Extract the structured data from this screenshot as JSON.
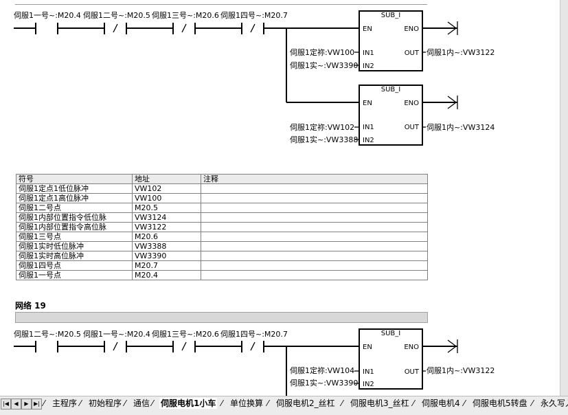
{
  "network1": {
    "contacts": [
      "伺服1一号~:M20.4",
      "伺服1二号~:M20.5",
      "伺服1三号~:M20.6",
      "伺服1四号~:M20.7"
    ],
    "contact_types": [
      "NO",
      "NC",
      "NC",
      "NC"
    ],
    "block1": {
      "title": "SUB_I",
      "en": "EN",
      "eno": "ENO",
      "in1": "IN1",
      "in2": "IN2",
      "out": "OUT",
      "in1_label": "伺服1定祢:VW100",
      "in2_label": "伺服1实~:VW3390",
      "out_label": "伺服1内~:VW3122"
    },
    "block2": {
      "title": "SUB_I",
      "en": "EN",
      "eno": "ENO",
      "in1": "IN1",
      "in2": "IN2",
      "out": "OUT",
      "in1_label": "伺服1定祢:VW102",
      "in2_label": "伺服1实~:VW3388",
      "out_label": "伺服1内~:VW3124"
    }
  },
  "symbol_table": {
    "headers": [
      "符号",
      "地址",
      "注释"
    ],
    "rows": [
      [
        "伺服1定点1低位脉冲",
        "VW102",
        ""
      ],
      [
        "伺服1定点1高位脉冲",
        "VW100",
        ""
      ],
      [
        "伺服1二号点",
        "M20.5",
        ""
      ],
      [
        "伺服1内部位置指令低位脉",
        "VW3124",
        ""
      ],
      [
        "伺服1内部位置指令高位脉",
        "VW3122",
        ""
      ],
      [
        "伺服1三号点",
        "M20.6",
        ""
      ],
      [
        "伺服1实时低位脉冲",
        "VW3388",
        ""
      ],
      [
        "伺服1实时高位脉冲",
        "VW3390",
        ""
      ],
      [
        "伺服1四号点",
        "M20.7",
        ""
      ],
      [
        "伺服1一号点",
        "M20.4",
        ""
      ]
    ]
  },
  "network19": {
    "title": "网络 19",
    "contacts": [
      "伺服1二号~:M20.5",
      "伺服1一号~:M20.4",
      "伺服1三号~:M20.6",
      "伺服1四号~:M20.7"
    ],
    "contact_types": [
      "NO",
      "NC",
      "NC",
      "NC"
    ],
    "block1": {
      "title": "SUB_I",
      "en": "EN",
      "eno": "ENO",
      "in1": "IN1",
      "in2": "IN2",
      "out": "OUT",
      "in1_label": "伺服1定祢:VW104",
      "in2_label": "伺服1实~:VW3390",
      "out_label": "伺服1内~:VW3122"
    }
  },
  "tabs": [
    "主程序",
    "初始程序",
    "通信",
    "伺服电机1小车",
    "单位换算",
    "伺服电机2_丝杠",
    "伺服电机3_丝杠",
    "伺服电机4",
    "伺服电机5转盘",
    "永久写入"
  ],
  "active_tab": "伺服电机1小车",
  "nav_icons": [
    "first-icon",
    "prev-icon",
    "next-icon",
    "last-icon"
  ]
}
